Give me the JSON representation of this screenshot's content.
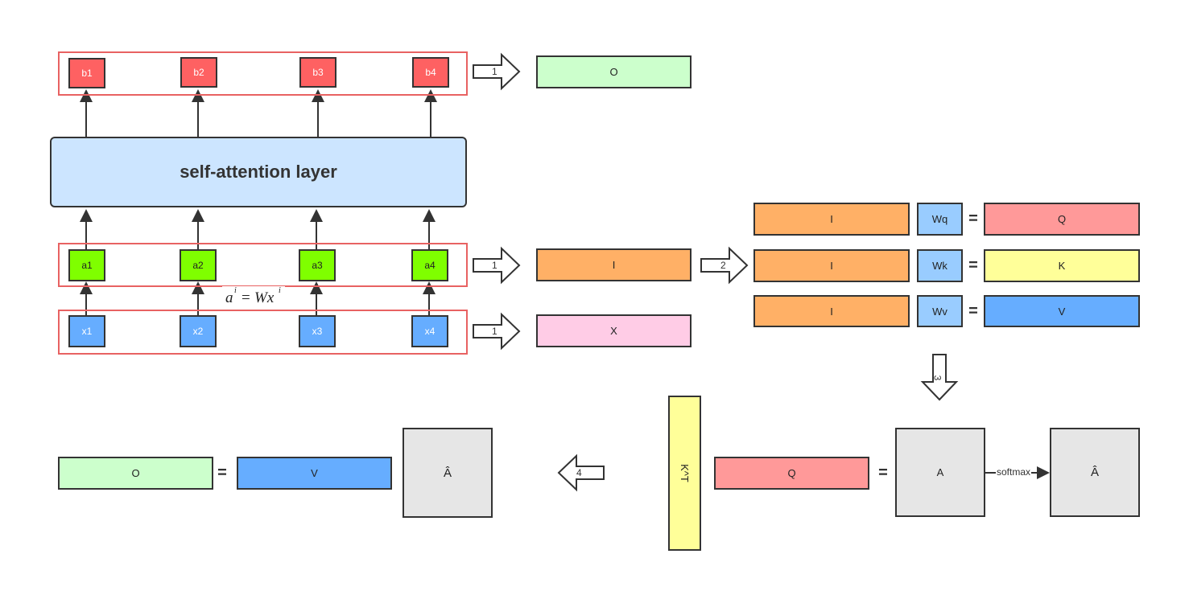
{
  "colors": {
    "red": "#fe6162",
    "green": "#7fff00",
    "blue": "#66adff",
    "orange": "#ffb066",
    "pink_q": "#ff9999",
    "yellow": "#ffff99",
    "light_green": "#ccffcc",
    "light_pink": "#ffcce6",
    "light_blue_w": "#99ccff",
    "gray": "#e6e6e6",
    "layer": "#cce5ff",
    "group_border": "#e86262"
  },
  "outputs": [
    "b1",
    "b2",
    "b3",
    "b4"
  ],
  "layer_title": "self-attention layer",
  "embeddings": [
    "a1",
    "a2",
    "a3",
    "a4"
  ],
  "inputs": [
    "x1",
    "x2",
    "x3",
    "x4"
  ],
  "formula": {
    "a": "a",
    "sup_i": "i",
    "eq": "=",
    "W": "Wx",
    "sup_i2": "i"
  },
  "arrow_labels": {
    "one": "1",
    "two": "2",
    "three": "3",
    "four": "4"
  },
  "matrices": {
    "O_top": "O",
    "I_mid": "I",
    "X": "X",
    "I_rows": [
      "I",
      "I",
      "I"
    ],
    "W_rows": [
      "Wq",
      "Wk",
      "Wv"
    ],
    "QKV": [
      "Q",
      "K",
      "V"
    ],
    "equals": "=",
    "KT": "K^T",
    "Q_bottom": "Q",
    "A": "A",
    "softmax": "softmax",
    "A_hat": "Â",
    "O_bottom": "O",
    "V_bottom": "V",
    "A_hat2": "Â"
  }
}
